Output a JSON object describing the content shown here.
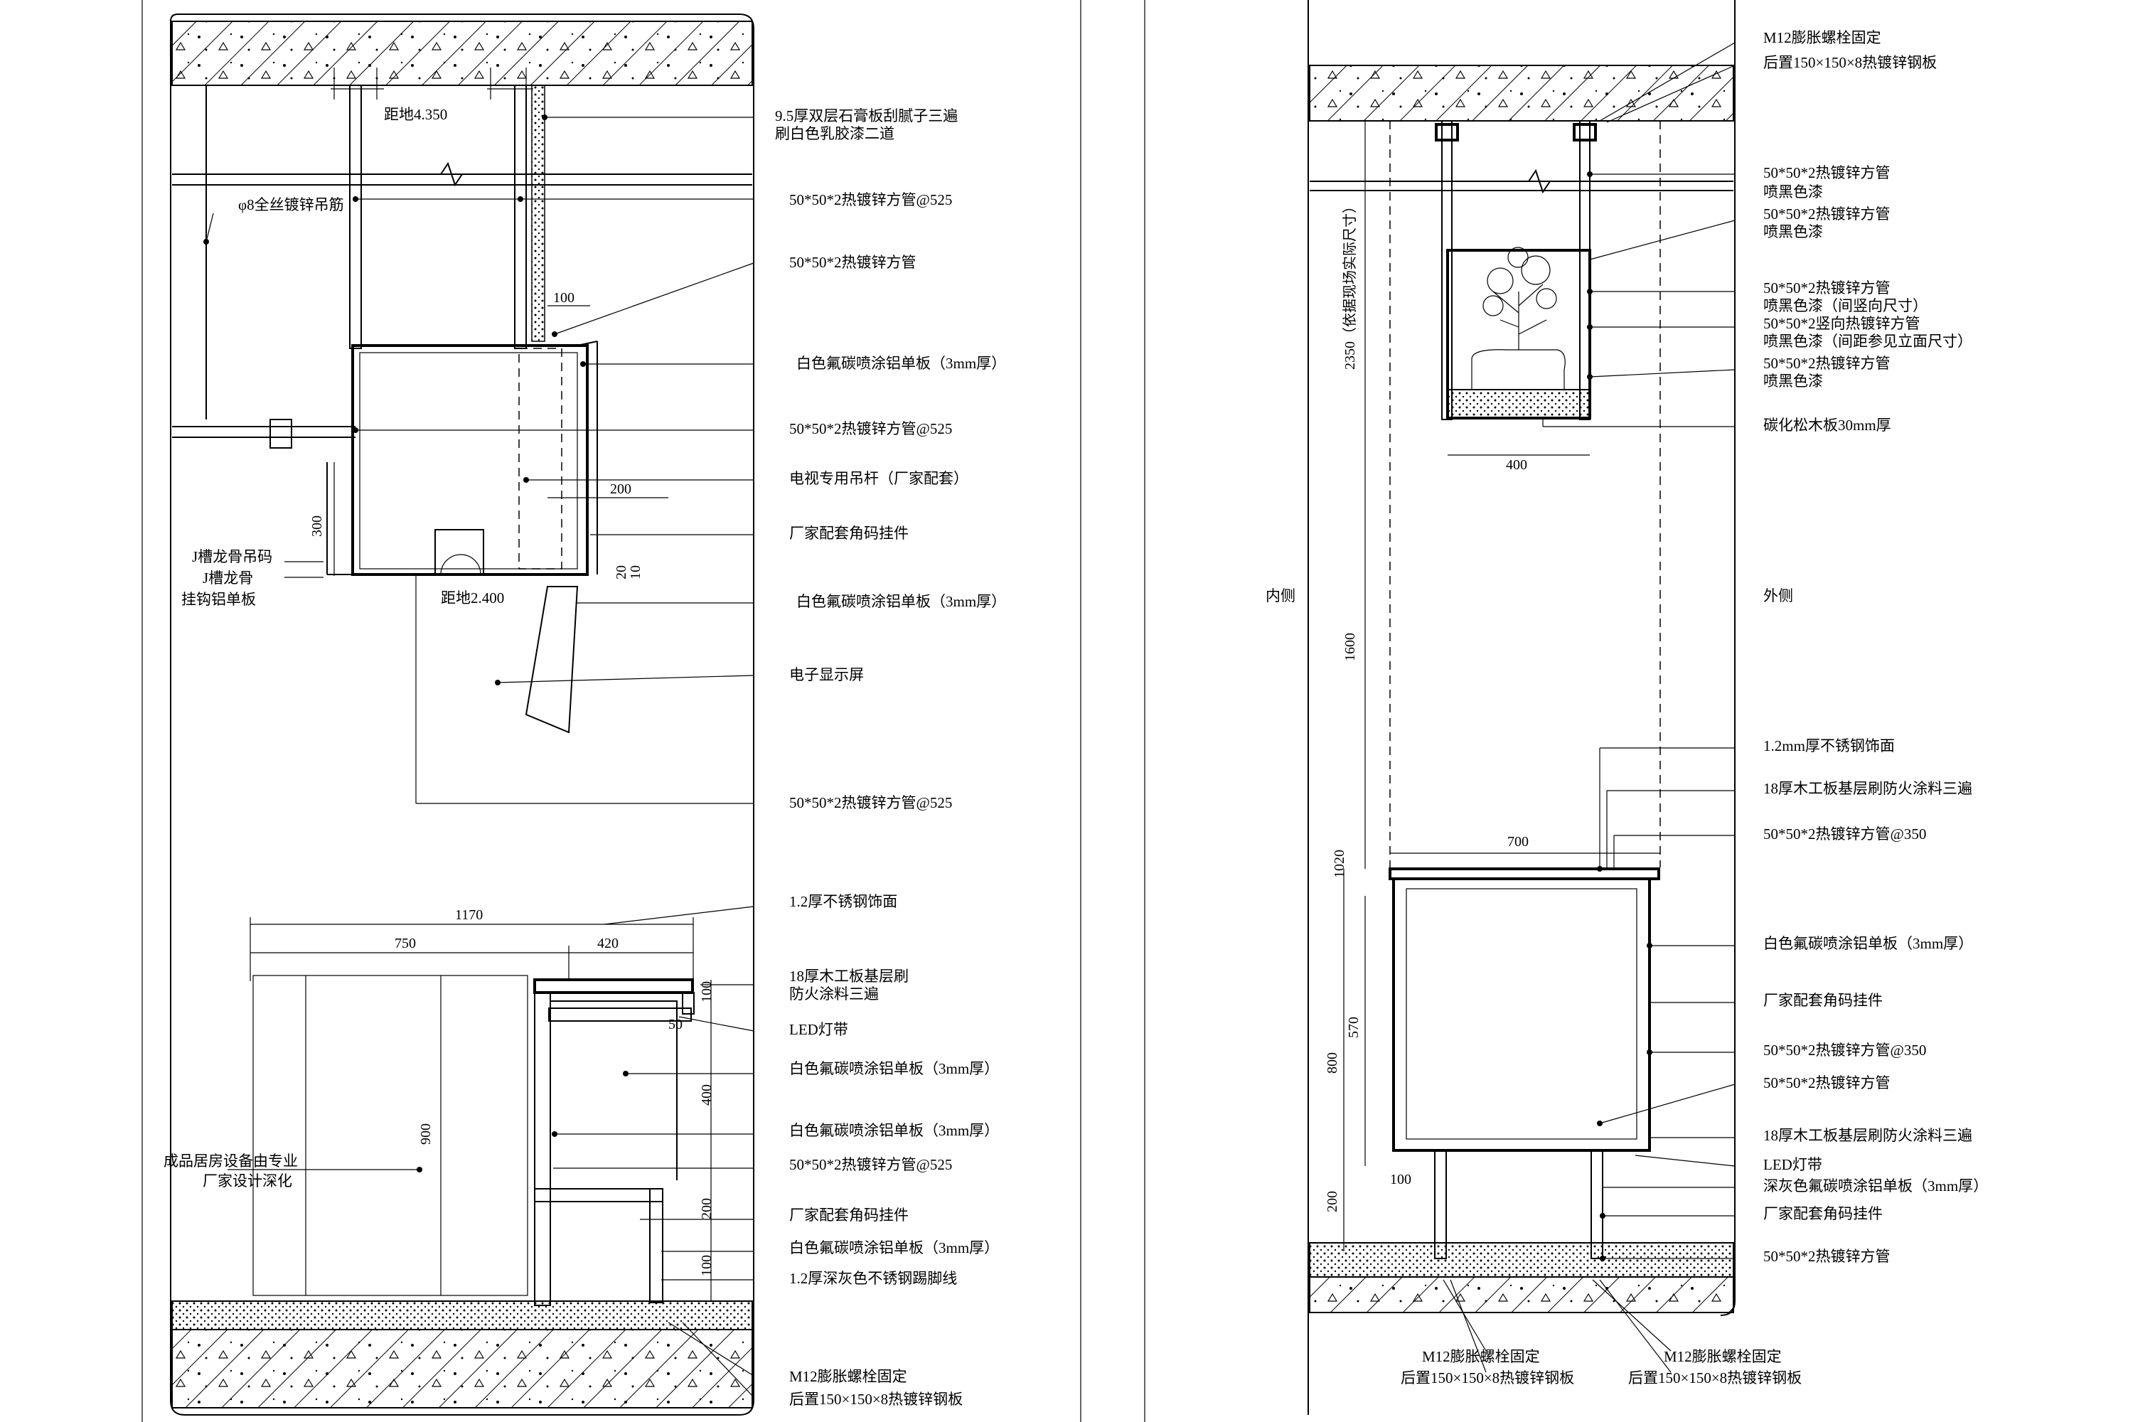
{
  "left": {
    "labels": [
      "9.5厚双层石膏板刮腻子三遍",
      "刷白色乳胶漆二道",
      "50*50*2热镀锌方管@525",
      "50*50*2热镀锌方管",
      "白色氟碳喷涂铝单板（3mm厚）",
      "50*50*2热镀锌方管@525",
      "电视专用吊杆（厂家配套）",
      "厂家配套角码挂件",
      "白色氟碳喷涂铝单板（3mm厚）",
      "电子显示屏",
      "50*50*2热镀锌方管@525",
      "1.2厚不锈钢饰面",
      "18厚木工板基层刷",
      "防火涂料三遍",
      "LED灯带",
      "白色氟碳喷涂铝单板（3mm厚）",
      "白色氟碳喷涂铝单板（3mm厚）",
      "50*50*2热镀锌方管@525",
      "厂家配套角码挂件",
      "白色氟碳喷涂铝单板（3mm厚）",
      "1.2厚深灰色不锈钢踢脚线",
      "M12膨胀螺栓固定",
      "后置150×150×8热镀锌钢板"
    ],
    "side_labels": [
      "φ8全丝镀锌吊筋",
      "J槽龙骨吊码",
      "J槽龙骨",
      "挂钩铝单板",
      "成品居房设备由专业",
      "厂家设计深化"
    ],
    "levels": [
      "距地4.350",
      "距地2.400"
    ],
    "dims": [
      "100",
      "200",
      "300",
      "20",
      "10",
      "1170",
      "750",
      "420",
      "100",
      "50",
      "400",
      "900",
      "200",
      "100"
    ]
  },
  "right": {
    "labels": [
      "M12膨胀螺栓固定",
      "后置150×150×8热镀锌钢板",
      "50*50*2热镀锌方管",
      "喷黑色漆",
      "50*50*2热镀锌方管",
      "喷黑色漆",
      "50*50*2热镀锌方管",
      "喷黑色漆（间竖向尺寸）",
      "50*50*2竖向热镀锌方管",
      "喷黑色漆（间距参见立面尺寸）",
      "50*50*2热镀锌方管",
      "喷黑色漆",
      "碳化松木板30mm厚",
      "1.2mm厚不锈钢饰面",
      "18厚木工板基层刷防火涂料三遍",
      "50*50*2热镀锌方管@350",
      "白色氟碳喷涂铝单板（3mm厚）",
      "厂家配套角码挂件",
      "50*50*2热镀锌方管@350",
      "50*50*2热镀锌方管",
      "18厚木工板基层刷防火涂料三遍",
      "LED灯带",
      "深灰色氟碳喷涂铝单板（3mm厚）",
      "厂家配套角码挂件",
      "50*50*2热镀锌方管"
    ],
    "inner": "内侧",
    "outer": "外侧",
    "dims": [
      "2350（依据现场实际尺寸）",
      "400",
      "1600",
      "700",
      "10",
      "20",
      "800",
      "570",
      "200",
      "100"
    ],
    "bottom_labels": [
      "M12膨胀螺栓固定",
      "后置150×150×8热镀锌钢板",
      "M12膨胀螺栓固定",
      "后置150×150×8热镀锌钢板"
    ]
  }
}
